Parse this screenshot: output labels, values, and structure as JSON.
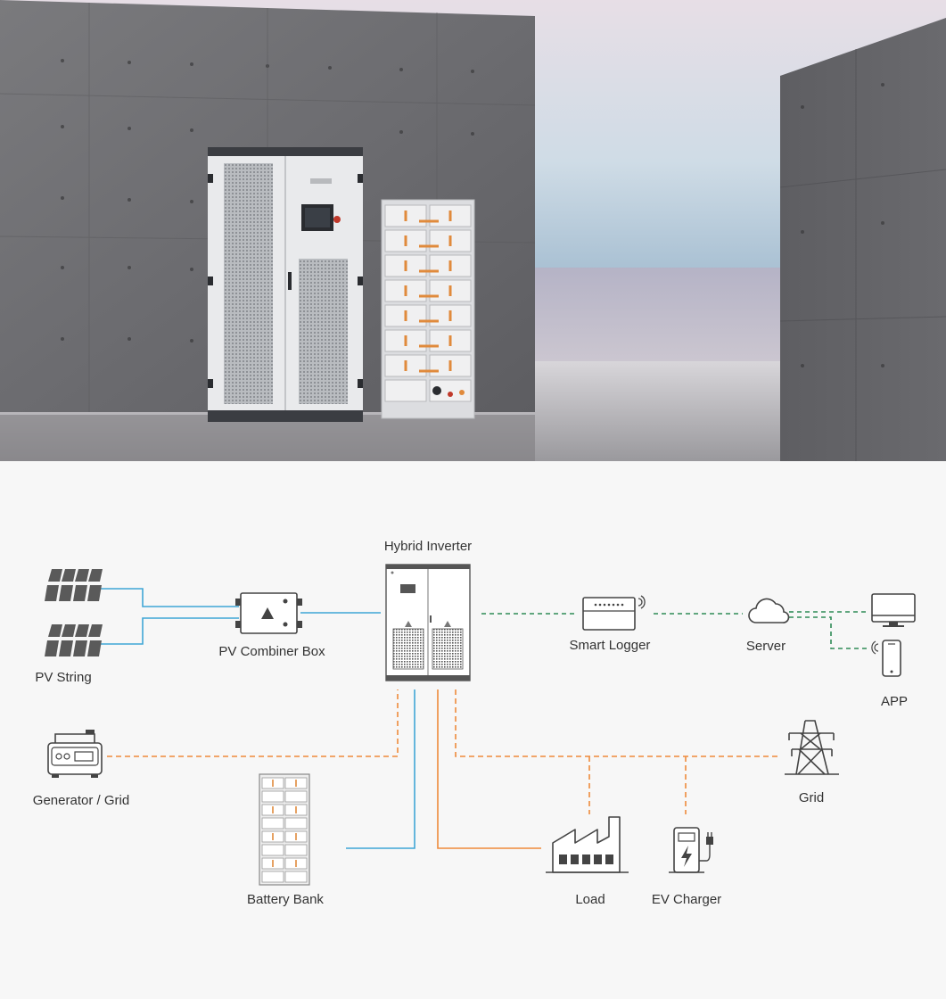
{
  "diagram": {
    "nodes": {
      "hybrid_inverter": "Hybrid Inverter",
      "pv_combiner_box": "PV Combiner Box",
      "pv_string": "PV String",
      "smart_logger": "Smart Logger",
      "server": "Server",
      "app": "APP",
      "generator_grid": "Generator / Grid",
      "grid": "Grid",
      "battery_bank": "Battery Bank",
      "load": "Load",
      "ev_charger": "EV Charger"
    },
    "line_colors": {
      "dc": "#3fa6d6",
      "ac": "#ef8a3a",
      "communication": "#2e8b57"
    }
  }
}
